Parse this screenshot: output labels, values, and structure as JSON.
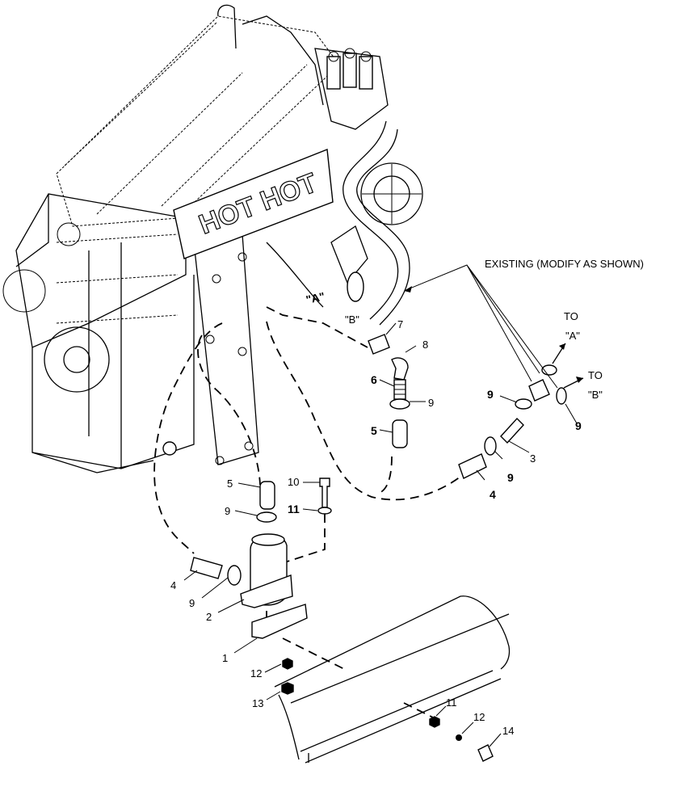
{
  "engine": {
    "decal_text": "HOT HOT"
  },
  "callouts": {
    "existing": "EXISTING (MODIFY AS SHOWN)",
    "to_a_line1": "TO",
    "to_a_line2": "\"A\"",
    "to_b_line1": "TO",
    "to_b_line2": "\"B\"",
    "port_a": "\"A\"",
    "port_b": "\"B\""
  },
  "part_numbers": {
    "p1": "1",
    "p2": "2",
    "p3": "3",
    "p4_upper": "4",
    "p4_lower": "4",
    "p5_upper": "5",
    "p5_lower": "5",
    "p6": "6",
    "p7": "7",
    "p8": "8",
    "p9_mid": "9",
    "p9_right_upper": "9",
    "p9_right_lower": "9",
    "p9_right_far": "9",
    "p9_filter_top": "9",
    "p9_filter_side": "9",
    "p10": "10",
    "p11_upper": "11",
    "p11_lower": "11",
    "p12_left": "12",
    "p12_right": "12",
    "p13": "13",
    "p14": "14"
  },
  "colors": {
    "ink": "#000000",
    "paper": "#ffffff"
  }
}
